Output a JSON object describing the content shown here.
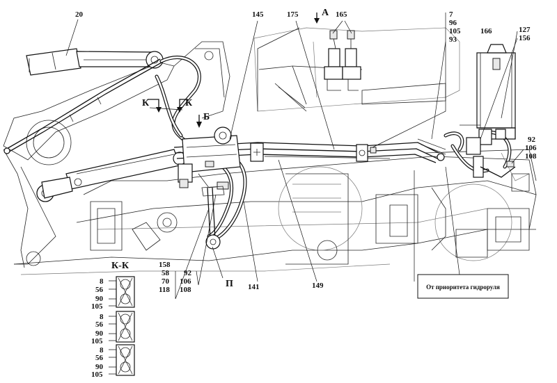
{
  "callouts": {
    "c20": "20",
    "c145": "145",
    "c175": "175",
    "c165": "165",
    "c166": "166",
    "c7": "7",
    "c96": "96",
    "c105": "105",
    "c93": "93",
    "c127": "127",
    "c156": "156",
    "c92r": "92",
    "c106r": "106",
    "c108r": "108",
    "c158": "158",
    "c58": "58",
    "c70": "70",
    "c118": "118",
    "c92b": "92",
    "c106b": "106",
    "c108b": "108",
    "c141": "141",
    "c149": "149"
  },
  "views": {
    "a": "А",
    "b": "Б",
    "k1": "К",
    "k2": "К",
    "p": "П"
  },
  "section": {
    "title": "К-К",
    "groups": [
      [
        "8",
        "56",
        "90",
        "105"
      ],
      [
        "8",
        "56",
        "90",
        "105"
      ],
      [
        "8",
        "56",
        "90",
        "105"
      ]
    ]
  },
  "note": "От приоритета гидроруля"
}
